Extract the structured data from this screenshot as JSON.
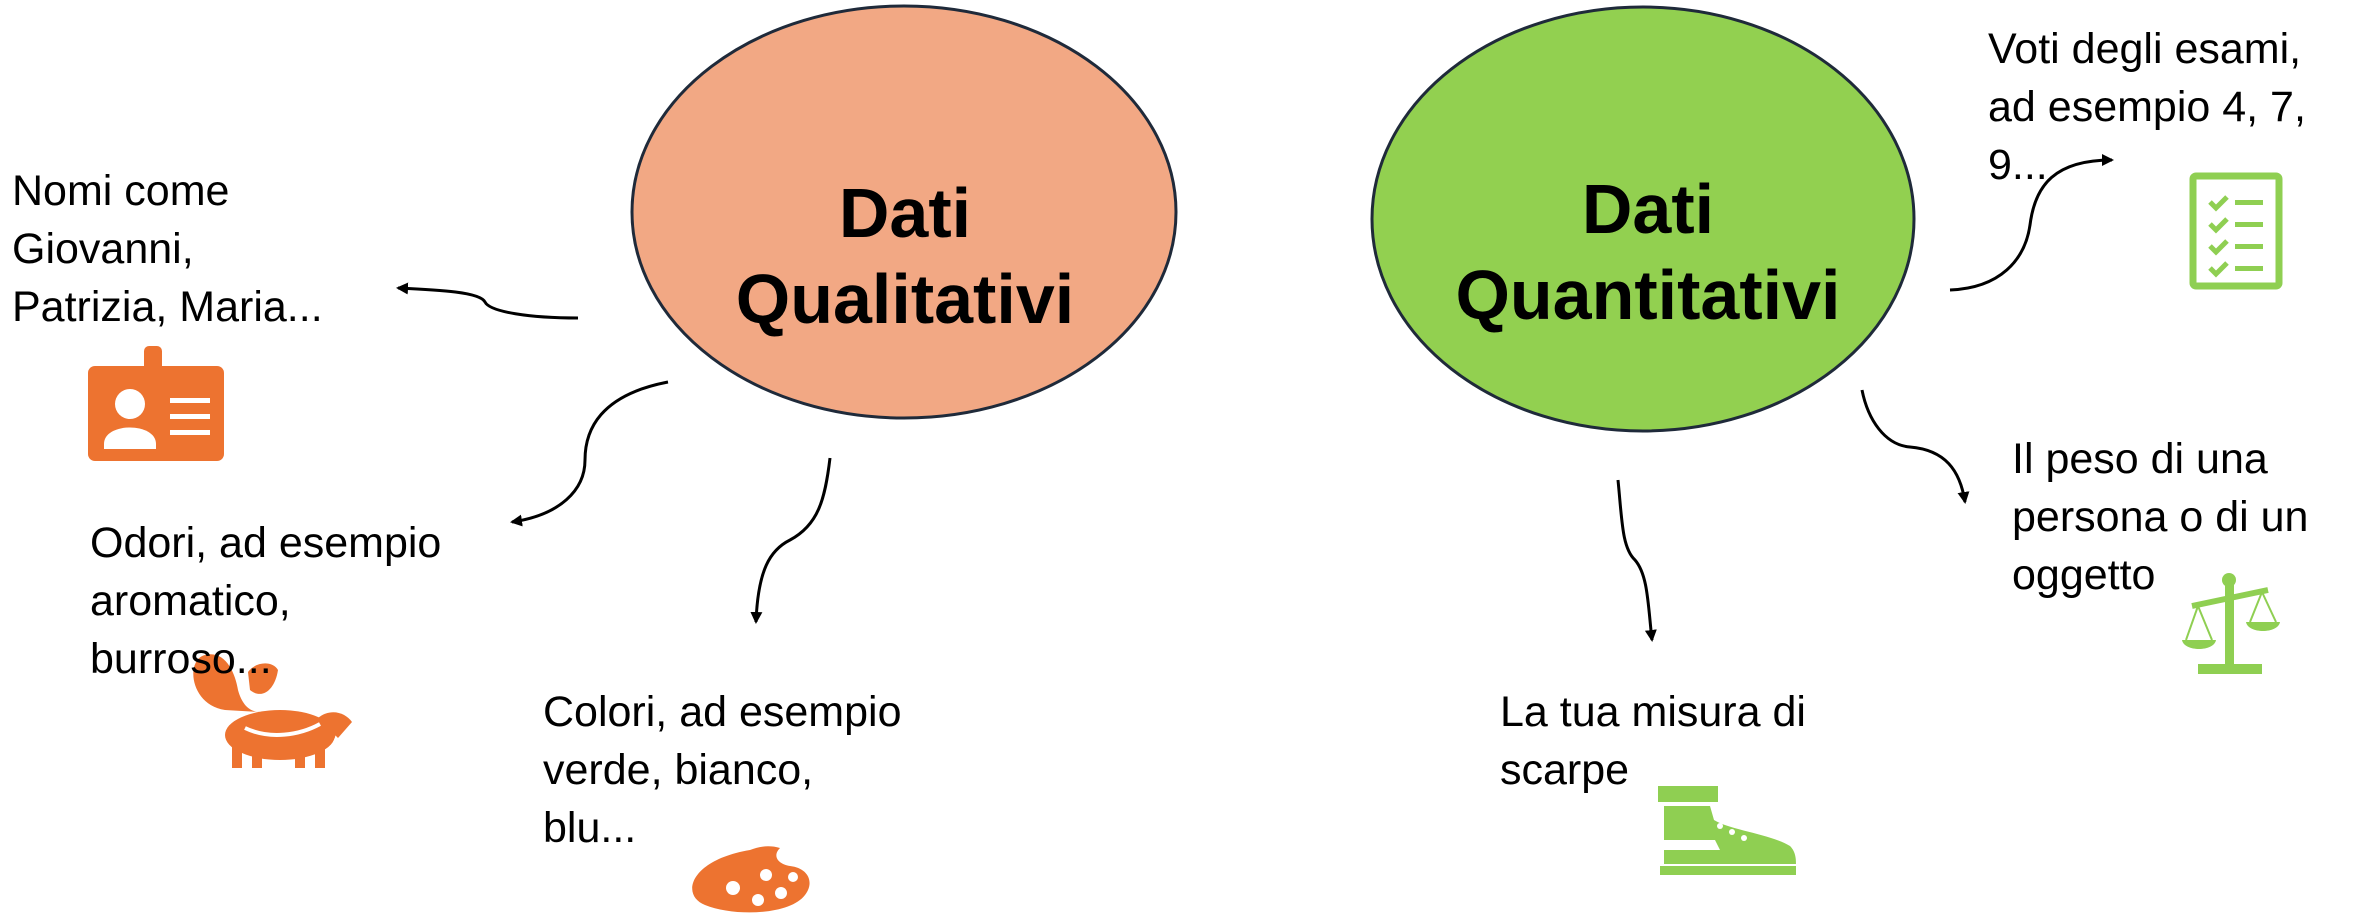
{
  "colors": {
    "qualitative_fill": "#f2a884",
    "quantitative_fill": "#92d050",
    "qualitative_icon": "#ed7330",
    "quantitative_icon": "#8fcf52",
    "outline": "#1f2a3a"
  },
  "qualitative": {
    "title_line1": "Dati",
    "title_line2": "Qualitativi",
    "examples": [
      {
        "lines": [
          "Nomi come",
          "Giovanni,",
          "Patrizia, Maria..."
        ],
        "icon": "id-badge-icon"
      },
      {
        "lines": [
          "Odori, ad esempio",
          "aromatico,",
          "burroso..."
        ],
        "icon": "skunk-icon"
      },
      {
        "lines": [
          "Colori, ad esempio",
          "verde, bianco,",
          "blu..."
        ],
        "icon": "palette-icon"
      }
    ]
  },
  "quantitative": {
    "title_line1": "Dati",
    "title_line2": "Quantitativi",
    "examples": [
      {
        "lines": [
          "Voti degli esami,",
          "ad esempio 4, 7,",
          "9..."
        ],
        "icon": "checklist-icon"
      },
      {
        "lines": [
          "Il peso di una",
          "persona o di un",
          "oggetto"
        ],
        "icon": "scale-icon"
      },
      {
        "lines": [
          "La tua misura di",
          "scarpe"
        ],
        "icon": "boot-icon"
      }
    ]
  }
}
